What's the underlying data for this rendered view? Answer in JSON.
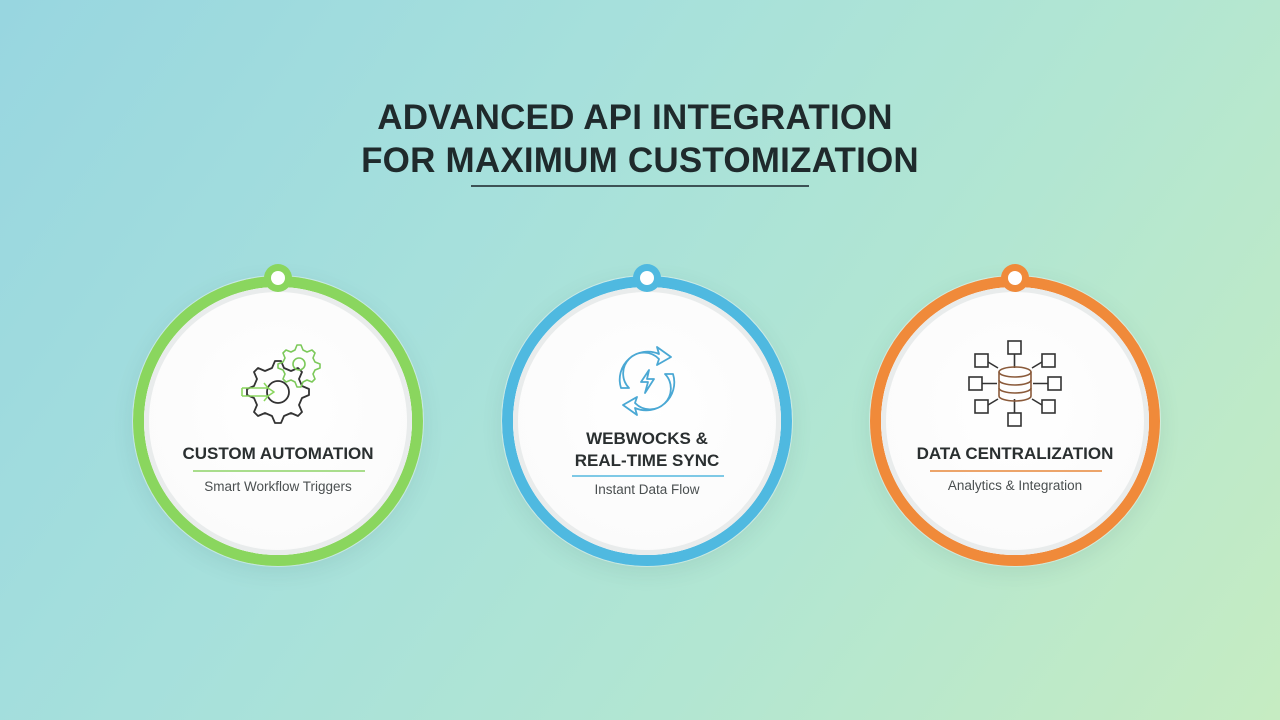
{
  "header": {
    "title_line1": "ADVANCED API INTEGRATION",
    "title_line2": "FOR MAXIMUM CUSTOMIZATION"
  },
  "cards": [
    {
      "title": "CUSTOM AUTOMATION",
      "subtitle": "Smart Workflow Triggers",
      "icon": "gears-arrow-icon",
      "ring_color": "#8ad65e"
    },
    {
      "title_line1": "WEBWOCKS &",
      "title_line2": "REAL-TIME SYNC",
      "subtitle": "Instant Data Flow",
      "icon": "sync-lightning-icon",
      "ring_color": "#4fb9e0"
    },
    {
      "title": "DATA CENTRALIZATION",
      "subtitle": "Analytics & Integration",
      "icon": "database-network-icon",
      "ring_color": "#f08a3a"
    }
  ],
  "colors": {
    "background_start": "#98d6e0",
    "background_end": "#c6ecc2",
    "title_text": "#1f2a2c"
  }
}
